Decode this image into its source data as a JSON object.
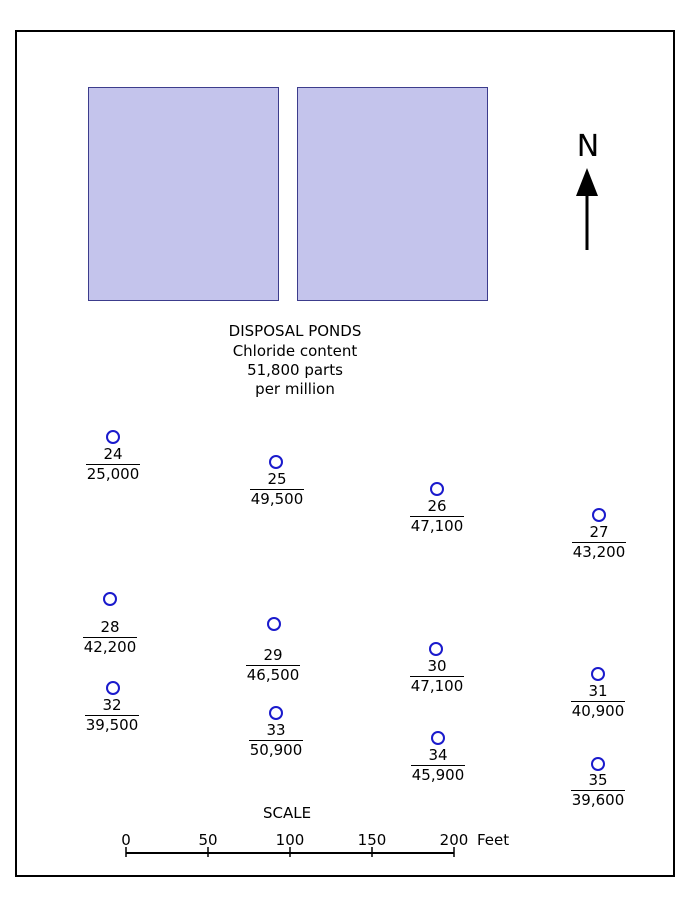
{
  "map": {
    "north_label": "N",
    "pond_color": "#c4c4ec",
    "well_color": "#1a1acc",
    "ponds": {
      "title": "DISPOSAL PONDS",
      "line1": "Chloride content",
      "line2": "51,800 parts",
      "line3": "per million"
    },
    "wells": [
      {
        "id": "24",
        "value": "25,000"
      },
      {
        "id": "25",
        "value": "49,500"
      },
      {
        "id": "26",
        "value": "47,100"
      },
      {
        "id": "27",
        "value": "43,200"
      },
      {
        "id": "28",
        "value": "42,200"
      },
      {
        "id": "29",
        "value": "46,500"
      },
      {
        "id": "30",
        "value": "47,100"
      },
      {
        "id": "31",
        "value": "40,900"
      },
      {
        "id": "32",
        "value": "39,500"
      },
      {
        "id": "33",
        "value": "50,900"
      },
      {
        "id": "34",
        "value": "45,900"
      },
      {
        "id": "35",
        "value": "39,600"
      }
    ],
    "scale": {
      "title": "SCALE",
      "ticks": [
        "0",
        "50",
        "100",
        "150",
        "200"
      ],
      "unit": "Feet"
    }
  }
}
